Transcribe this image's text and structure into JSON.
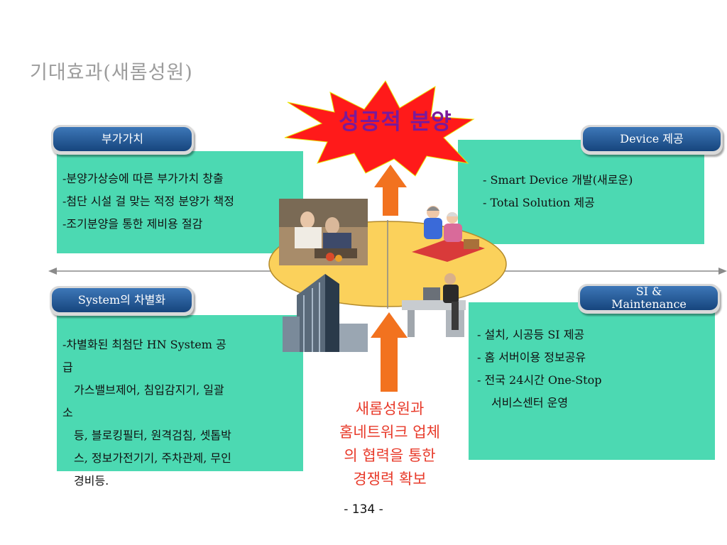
{
  "title": "기대효과(새롬성원)",
  "burst_label": "성공적 분양",
  "pills": {
    "added_value": "부가가치",
    "device": "Device 제공",
    "system": "System의 차별화",
    "si": "SI & Maintenance"
  },
  "boxes": {
    "added_value": [
      "-분양가상승에 따른 부가가치 창출",
      "-첨단 시설 걸 맞는 적정 분양가 책정",
      "-조기분양을 통한 제비용 절감"
    ],
    "device": [
      "- Smart Device 개발(새로운)",
      "- Total Solution 제공"
    ],
    "system": [
      "-차별화된 최첨단 HN System 공",
      "급",
      "가스밸브제어, 침입감지기, 일괄",
      "소",
      "등, 블로킹필터, 원격검침, 셋톱박",
      "스, 정보가전기기, 주차관제, 무인",
      "경비등."
    ],
    "si": [
      "- 설치, 시공등 SI 제공",
      "- 홈 서버이용 정보공유",
      "- 전국 24시간 One-Stop",
      "서비스센터 운영"
    ]
  },
  "center_text": [
    "새롬성원과",
    "홈네트워크 업체",
    "의 협력을 통한",
    "경쟁력 확보"
  ],
  "page_number": "- 134 -"
}
